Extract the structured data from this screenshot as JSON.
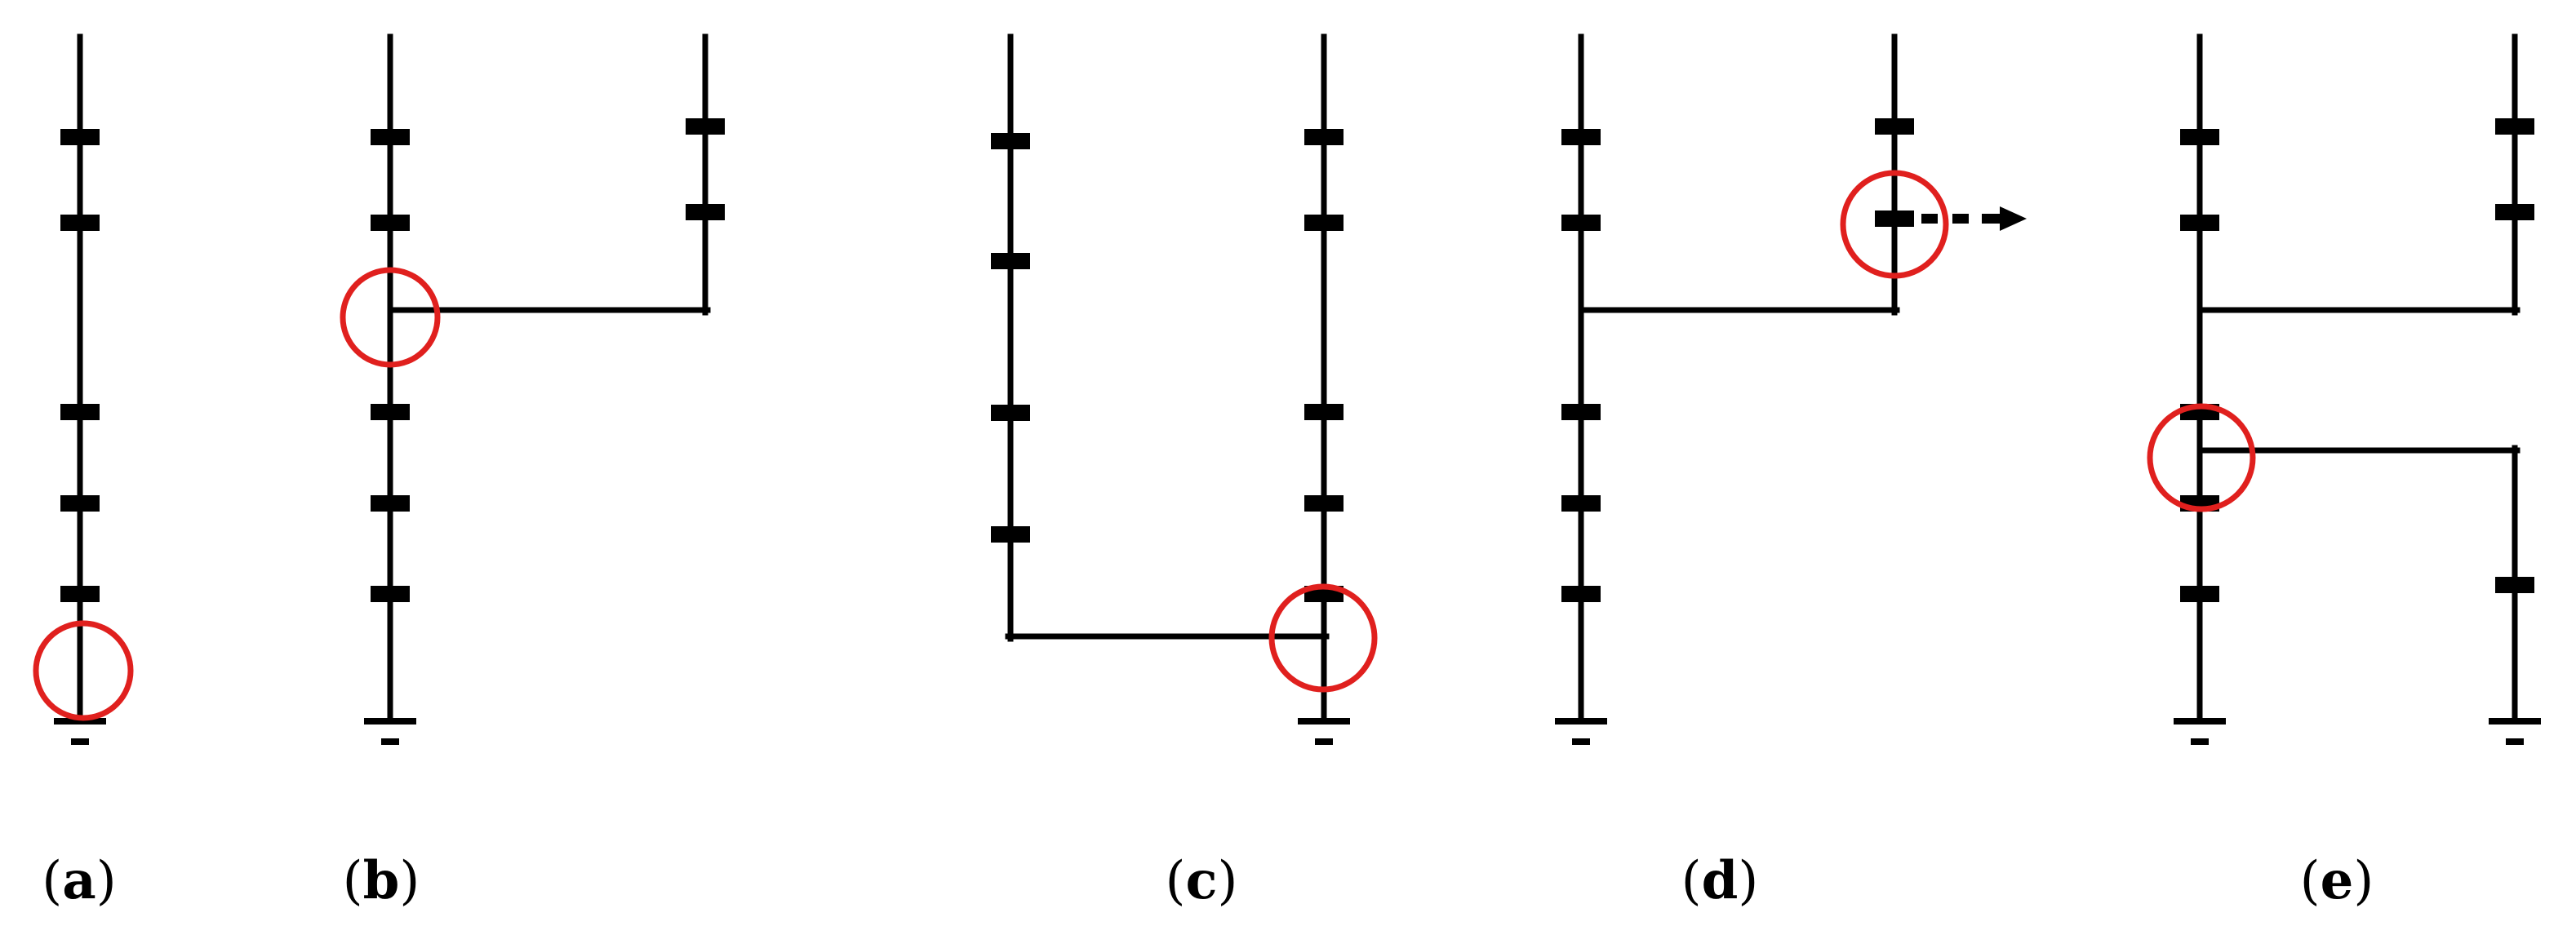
{
  "colors": {
    "line": "#000000",
    "highlight": "#e0201e",
    "background": "#ffffff"
  },
  "icons": {
    "ground": "ground-symbol-icon",
    "switch": "switch-tick-icon",
    "direction": "dashed-arrow-icon"
  },
  "panels": [
    {
      "id": "a",
      "caption_open": "(",
      "caption_letter": "a",
      "caption_close": ")"
    },
    {
      "id": "b",
      "caption_open": "(",
      "caption_letter": "b",
      "caption_close": ")"
    },
    {
      "id": "c",
      "caption_open": "(",
      "caption_letter": "c",
      "caption_close": ")"
    },
    {
      "id": "d",
      "caption_open": "(",
      "caption_letter": "d",
      "caption_close": ")"
    },
    {
      "id": "e",
      "caption_open": "(",
      "caption_letter": "e",
      "caption_close": ")"
    }
  ]
}
